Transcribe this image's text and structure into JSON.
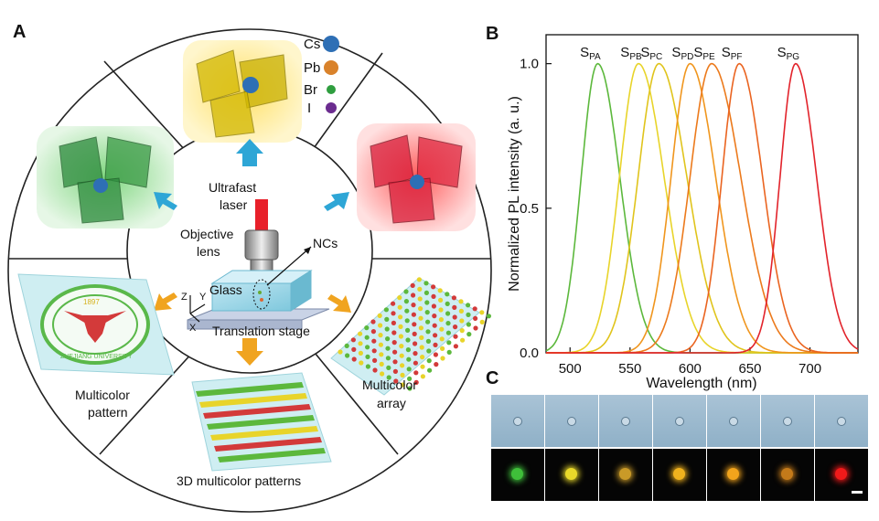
{
  "panels": {
    "a": "A",
    "b": "B",
    "c": "C"
  },
  "panel_a": {
    "center": {
      "laser": [
        "Ultrafast",
        "laser"
      ],
      "objective": [
        "Objective",
        "lens"
      ],
      "ncs": "NCs",
      "glass": "Glass",
      "stage": "Translation stage",
      "axes": [
        "Z",
        "Y",
        "X"
      ]
    },
    "legend": [
      {
        "label": "Cs",
        "color": "#2e6fb5"
      },
      {
        "label": "Pb",
        "color": "#d9822b"
      },
      {
        "label": "Br",
        "color": "#2f9e3f"
      },
      {
        "label": "I",
        "color": "#6b2c8f"
      }
    ],
    "segments": {
      "pattern": [
        "Multicolor",
        "pattern"
      ],
      "array": [
        "Multicolor",
        "array"
      ],
      "lines3d": "3D multicolor  patterns"
    },
    "logo_text": "ZHEJIANG UNIVERSITY",
    "logo_year": "1897"
  },
  "chart_data": {
    "type": "line",
    "xlabel": "Wavelength (nm)",
    "ylabel": "Normalized PL intensity (a. u.)",
    "xlim": [
      480,
      740
    ],
    "ylim": [
      0,
      1.1
    ],
    "xticks": [
      500,
      550,
      600,
      650,
      700
    ],
    "yticks": [
      0.0,
      0.5,
      1.0
    ],
    "series": [
      {
        "name": "S",
        "sub": "PA",
        "peak": 523,
        "fwhm": 38,
        "color": "#5cb83c"
      },
      {
        "name": "S",
        "sub": "PB",
        "peak": 557,
        "fwhm": 44,
        "color": "#e8d42a"
      },
      {
        "name": "S",
        "sub": "PC",
        "peak": 574,
        "fwhm": 48,
        "color": "#e0c41c"
      },
      {
        "name": "S",
        "sub": "PD",
        "peak": 600,
        "fwhm": 44,
        "color": "#f0961e"
      },
      {
        "name": "S",
        "sub": "PE",
        "peak": 618,
        "fwhm": 50,
        "color": "#ec7a1c"
      },
      {
        "name": "S",
        "sub": "PF",
        "peak": 641,
        "fwhm": 40,
        "color": "#ea6420"
      },
      {
        "name": "S",
        "sub": "PG",
        "peak": 688,
        "fwhm": 36,
        "color": "#e2232b"
      }
    ]
  },
  "panel_c": {
    "dots": [
      "#3fbf3a",
      "#e9d92a",
      "#c99a28",
      "#f0b21e",
      "#f2a41c",
      "#c47a1a",
      "#f01a1a"
    ]
  }
}
